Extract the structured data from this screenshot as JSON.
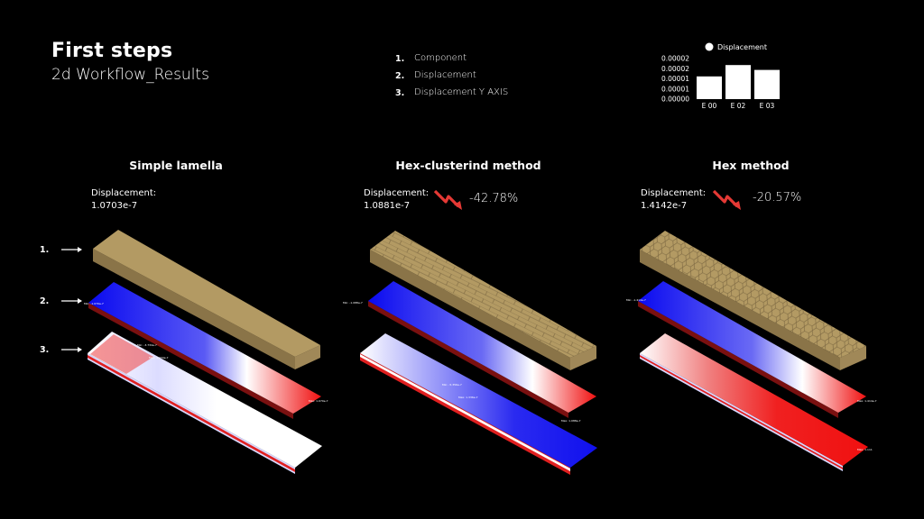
{
  "header": {
    "title": "First steps",
    "subtitle": "2d Workflow_Results"
  },
  "legend": [
    {
      "num": "1.",
      "label": "Component"
    },
    {
      "num": "2.",
      "label": "Displacement"
    },
    {
      "num": "3.",
      "label": "Displacement Y AXIS"
    }
  ],
  "rows": [
    "1.",
    "2.",
    "3."
  ],
  "columns": [
    {
      "title": "Simple lamella",
      "disp_label": "Displacement:",
      "disp_value": "1.0703e-7",
      "change": ""
    },
    {
      "title": "Hex-clusterind method",
      "disp_label": "Displacement:",
      "disp_value": "1.0881e-7",
      "change": "-42.78%"
    },
    {
      "title": "Hex method",
      "disp_label": "Displacement:",
      "disp_value": "1.4142e-7",
      "change": "-20.57%"
    }
  ],
  "colors": {
    "wood": "#b39a63",
    "blue": "#1010ee",
    "red": "#ee1010",
    "trend": "#e53935"
  },
  "chart_data": {
    "type": "bar",
    "legend": "Displacement",
    "legend_position": "top",
    "categories": [
      "E 00",
      "E 02",
      "E 03"
    ],
    "values": [
      1.4e-05,
      2.1e-05,
      1.8e-05
    ],
    "yticks": [
      "0.00000",
      "0.00001",
      "0.00001",
      "0.00002",
      "0.00002"
    ],
    "ylim": [
      0,
      2.5e-05
    ],
    "grid": false
  }
}
